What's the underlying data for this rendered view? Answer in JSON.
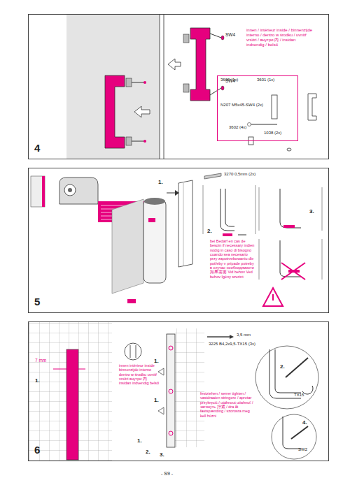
{
  "diagram": {
    "nodes": [
      {
        "text": [
          "4"
        ]
      },
      {
        "text": [
          "5"
        ]
      },
      {
        "text": [
          "6"
        ]
      },
      {
        "text": [
          "3600 (1x)",
          "3601 (1x)",
          "N207 M5x45-SW4 (2x)",
          "3602 (4x)",
          "1038 (2x)"
        ],
        "in": 0
      }
    ],
    "labels": [
      "SW4",
      "SW4",
      "innen / intérieur inside / binnenzijde interno / dentro w środku / uvnitř vnútri / внутри 内 / insidan indvendig / belső",
      "1.",
      "3270 0,5mm (2x)",
      "2.",
      "bei Bedarf en cas de besoin if necessary indien nodig in caso di bisogno cuando sea necesario przy zapotrzebowaniu dle potřeby v prípade potreby в случае необходимости 如果需要 Vid behov Ved behov Igény szerint",
      "3.",
      "7 mm",
      "1.",
      "innen intérieur inside binnenzijde interno dentro w środku uvnitř vnútri внутри 内 insidan indvendig belső",
      "1.",
      "1.",
      "1.",
      "2.",
      "3,5 mm",
      "3225 B4,2x9,5-TX15 (3x)",
      "2.",
      "TX15",
      "festziehen / serrer tighten / vastdraaien stringere / apretar przykręcić / utáhnout utiahnuť / затянуть 拧紧 / dra åt fastspænding / szorosra meg kell húzni",
      "3.",
      "4.",
      "SW2",
      "- S9 -"
    ]
  }
}
